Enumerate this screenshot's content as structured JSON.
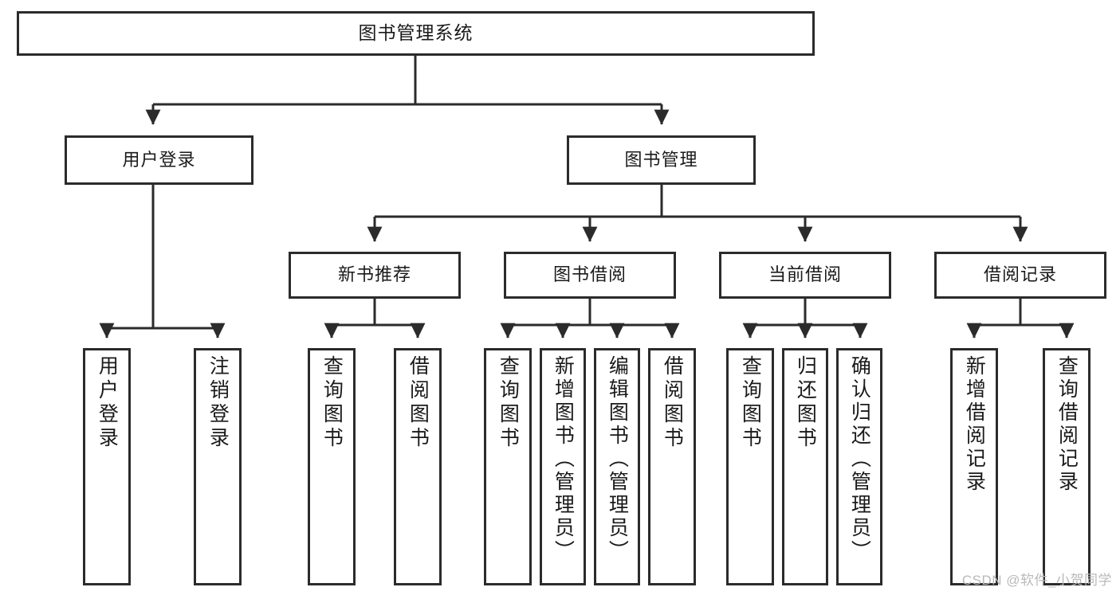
{
  "diagram": {
    "type": "tree-hierarchy",
    "title": "图书管理系统",
    "watermark": "CSDN @软件_小贺同学",
    "colors": {
      "stroke": "#2b2b2b",
      "fill": "#ffffff",
      "text": "#1a1a1a",
      "watermark": "#b9b9b9"
    },
    "nodes": {
      "root": {
        "label": "图书管理系统"
      },
      "level2": [
        {
          "id": "user-login",
          "label": "用户登录"
        },
        {
          "id": "book-management",
          "label": "图书管理"
        }
      ],
      "level3": [
        {
          "id": "new-book-recommend",
          "label": "新书推荐"
        },
        {
          "id": "book-borrow",
          "label": "图书借阅"
        },
        {
          "id": "current-borrow",
          "label": "当前借阅"
        },
        {
          "id": "borrow-record",
          "label": "借阅记录"
        }
      ],
      "leaves": {
        "user-login": [
          {
            "id": "leaf-user-login",
            "label": "用户登录"
          },
          {
            "id": "leaf-logout-login",
            "label": "注销登录"
          }
        ],
        "new-book-recommend": [
          {
            "id": "leaf-query-book-1",
            "label": "查询图书"
          },
          {
            "id": "leaf-borrow-book-1",
            "label": "借阅图书"
          }
        ],
        "book-borrow": [
          {
            "id": "leaf-query-book-2",
            "label": "查询图书"
          },
          {
            "id": "leaf-add-book-admin",
            "label": "新增图书（管理员）"
          },
          {
            "id": "leaf-edit-book-admin",
            "label": "编辑图书（管理员）"
          },
          {
            "id": "leaf-borrow-book-2",
            "label": "借阅图书"
          }
        ],
        "current-borrow": [
          {
            "id": "leaf-query-book-3",
            "label": "查询图书"
          },
          {
            "id": "leaf-return-book",
            "label": "归还图书"
          },
          {
            "id": "leaf-confirm-return-admin",
            "label": "确认归还（管理员）"
          }
        ],
        "borrow-record": [
          {
            "id": "leaf-add-borrow-record",
            "label": "新增借阅记录"
          },
          {
            "id": "leaf-query-borrow-record",
            "label": "查询借阅记录"
          }
        ]
      }
    }
  }
}
